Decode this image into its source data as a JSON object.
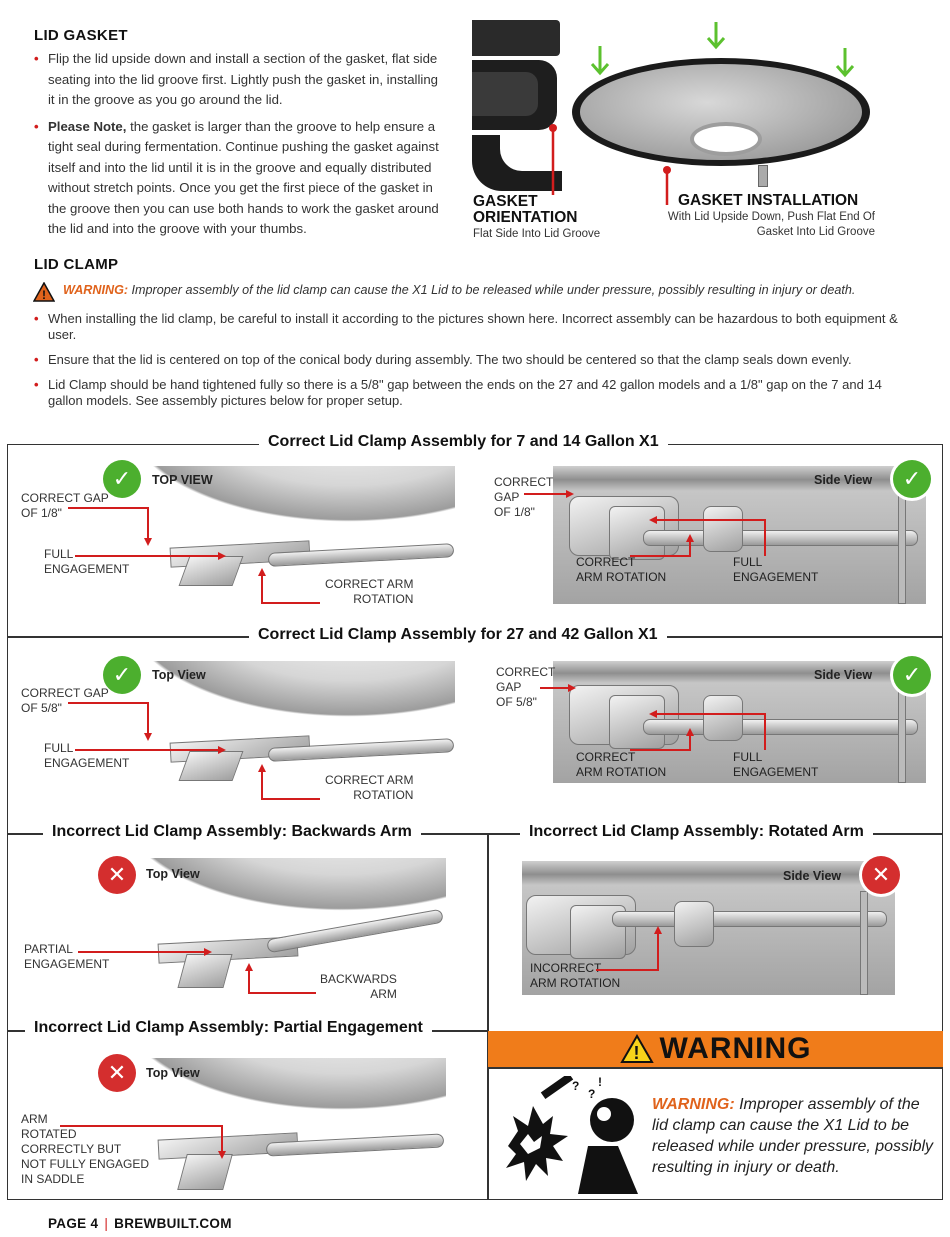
{
  "gasket": {
    "heading": "LID GASKET",
    "p1": "Flip the lid upside down and install a section of the gasket, flat side seating into the lid groove first. Lightly push the gasket in, installing it in the groove as you go around the lid.",
    "p2_bold": "Please Note,",
    "p2_rest": " the gasket is larger than the groove to help ensure a tight seal during fermentation. Continue pushing the gasket against itself and into the lid until it is in the groove and equally distributed without stretch points. Once you get the first piece of the gasket in the groove then you can use both hands to work the gasket around the lid and into the groove with your thumbs.",
    "orient_title_1": "GASKET",
    "orient_title_2": "ORIENTATION",
    "orient_sub": "Flat Side Into Lid Groove",
    "install_title": "GASKET INSTALLATION",
    "install_sub_1": "With Lid Upside Down, Push Flat End Of",
    "install_sub_2": "Gasket Into Lid Groove"
  },
  "clamp": {
    "heading": "LID CLAMP",
    "warning_label": "WARNING:",
    "warning_text": " Improper assembly of the lid clamp can cause the X1 Lid to be released while under pressure, possibly resulting in injury or death.",
    "bullets": [
      "When installing the lid clamp, be careful to install it according to the pictures shown here. Incorrect assembly can be hazardous to both equipment & user.",
      "Ensure that the lid is centered on top of the conical body during assembly. The two should be centered so that the clamp seals down evenly.",
      "Lid Clamp should be hand tightened fully so there is a 5/8\" gap between the ends on the 27 and 42 gallon models and a 1/8\" gap on the 7 and 14 gallon models. See assembly pictures below for proper setup."
    ]
  },
  "sections": {
    "s1": {
      "title": "Correct Lid Clamp Assembly for 7 and 14 Gallon X1",
      "top_label": "TOP VIEW",
      "side_label": "Side View",
      "gap_1": "CORRECT GAP",
      "gap_2": "OF 1/8\"",
      "full_1": "FULL",
      "full_2": "ENGAGEMENT",
      "arm_1": "CORRECT ARM",
      "arm_2": "ROTATION",
      "s_gap_1": "CORRECT",
      "s_gap_2": "GAP",
      "s_gap_3": "OF 1/8\"",
      "s_arm_1": "CORRECT",
      "s_arm_2": "ARM ROTATION",
      "s_full_1": "FULL",
      "s_full_2": "ENGAGEMENT"
    },
    "s2": {
      "title": "Correct Lid Clamp Assembly for 27 and 42 Gallon X1",
      "top_label": "Top View",
      "side_label": "Side View",
      "gap_1": "CORRECT GAP",
      "gap_2": "OF 5/8\"",
      "full_1": "FULL",
      "full_2": "ENGAGEMENT",
      "arm_1": "CORRECT ARM",
      "arm_2": "ROTATION",
      "s_gap_1": "CORRECT",
      "s_gap_2": "GAP",
      "s_gap_3": "OF 5/8\"",
      "s_arm_1": "CORRECT",
      "s_arm_2": "ARM ROTATION",
      "s_full_1": "FULL",
      "s_full_2": "ENGAGEMENT"
    },
    "s3": {
      "title": "Incorrect Lid Clamp Assembly: Backwards Arm",
      "top_label": "Top View",
      "partial_1": "PARTIAL",
      "partial_2": "ENGAGEMENT",
      "back_1": "BACKWARDS",
      "back_2": "ARM"
    },
    "s4": {
      "title": "Incorrect Lid Clamp Assembly: Rotated Arm",
      "side_label": "Side View",
      "inc_1": "INCORRECT",
      "inc_2": "ARM ROTATION"
    },
    "s5": {
      "title": "Incorrect Lid Clamp Assembly: Partial Engagement",
      "top_label": "Top View",
      "l1": "ARM",
      "l2": "ROTATED",
      "l3": "CORRECTLY BUT",
      "l4": "NOT FULLY ENGAGED",
      "l5": "IN SADDLE"
    }
  },
  "warning_box": {
    "banner": "WARNING",
    "label": "WARNING:",
    "text": " Improper assembly of the lid clamp can cause the X1 Lid to be released while under pressure, possibly resulting in injury or death."
  },
  "footer": {
    "page": "PAGE 4",
    "site": "BREWBUILT.COM"
  },
  "colors": {
    "accent_red": "#d21d1d",
    "warning_orange": "#f07c1a",
    "ok_green": "#4caf2e",
    "bad_red": "#d42e2e"
  }
}
